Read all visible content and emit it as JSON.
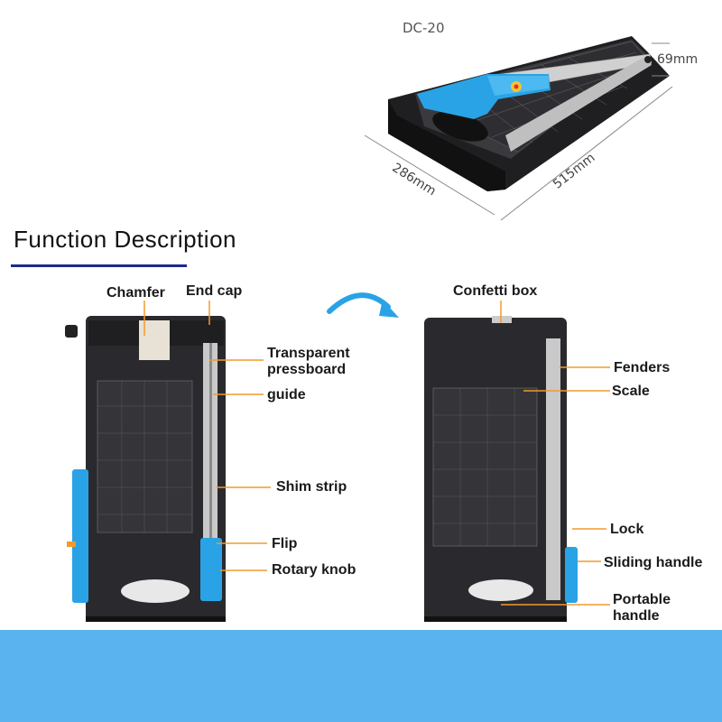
{
  "product": {
    "model": "DC-20",
    "dimensions": {
      "height": "69mm",
      "depth": "286mm",
      "length": "515mm"
    }
  },
  "section": {
    "title": "Function Description"
  },
  "left_view": {
    "labels": {
      "chamfer": "Chamfer",
      "end_cap": "End cap",
      "transparent_pressboard": [
        "Transparent",
        "pressboard"
      ],
      "guide": "guide",
      "shim_strip": "Shim strip",
      "flip": "Flip",
      "rotary_knob": "Rotary knob"
    }
  },
  "right_view": {
    "labels": {
      "confetti_box": "Confetti box",
      "fenders": "Fenders",
      "scale": "Scale",
      "lock": "Lock",
      "sliding_handle": "Sliding handle",
      "portable_handle": [
        "Portable",
        "handle"
      ]
    }
  },
  "colors": {
    "accent_blue": "#2aa3e6",
    "leader_orange": "#f29a2e",
    "heading_rule": "#1a2b8c",
    "bottom_band": "#5ab2ee",
    "body_dark": "#2a2a2e"
  }
}
